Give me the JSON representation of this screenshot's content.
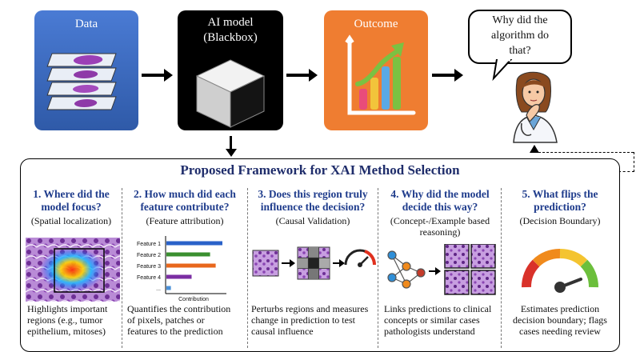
{
  "pipeline": {
    "data_label": "Data",
    "model_label_line1": "AI model",
    "model_label_line2": "(Blackbox)",
    "outcome_label": "Outcome",
    "question_line1": "Why did the",
    "question_line2": "algorithm do",
    "question_line3": "that?"
  },
  "framework": {
    "title": "Proposed Framework for XAI Method Selection",
    "columns": [
      {
        "heading_line1": "1. Where did the",
        "heading_line2": "model focus?",
        "subtitle": "(Spatial localization)",
        "desc_line1": "Highlights important",
        "desc_line2": "regions (e.g., tumor",
        "desc_line3": "epithelium, mitoses)"
      },
      {
        "heading_line1": "2. How much did each",
        "heading_line2": "feature contribute?",
        "subtitle": "(Feature attribution)",
        "desc_line1": "Quantifies the contribution",
        "desc_line2": "of pixels, patches or",
        "desc_line3": "features to the prediction"
      },
      {
        "heading_line1": "3. Does this region truly",
        "heading_line2": "influence the decision?",
        "subtitle": "(Causal Validation)",
        "desc_line1": "Perturbs regions and measures",
        "desc_line2": "change in prediction to test",
        "desc_line3": "causal influence"
      },
      {
        "heading_line1": "4. Why did the model",
        "heading_line2": "decide this way?",
        "subtitle": "(Concept-/Example based",
        "subtitle2": "reasoning)",
        "desc_line1": "Links predictions to clinical",
        "desc_line2": "concepts or similar cases",
        "desc_line3": "pathologists understand"
      },
      {
        "heading_line1": "5. What flips the",
        "heading_line2": "prediction?",
        "subtitle": "(Decision Boundary)",
        "desc_line1": "Estimates prediction",
        "desc_line2": "decision boundary; flags",
        "desc_line3": "cases needing review"
      }
    ]
  },
  "feature_chart": {
    "labels": [
      "Feature 1",
      "Feature 2",
      "Feature 3",
      "Feature 4",
      "..."
    ],
    "values": [
      1.0,
      0.78,
      0.88,
      0.45,
      0.08
    ],
    "colors": [
      "#2a62c9",
      "#3a8f2f",
      "#e8671c",
      "#7b2ea3",
      "#4a90d9"
    ],
    "xlabel": "Contribution"
  },
  "colors": {
    "data_box": "#3f6fc6",
    "model_box": "#000000",
    "outcome_box": "#ef7d31",
    "heading_blue": "#1f3c8c",
    "title_navy": "#1f2d6b"
  }
}
